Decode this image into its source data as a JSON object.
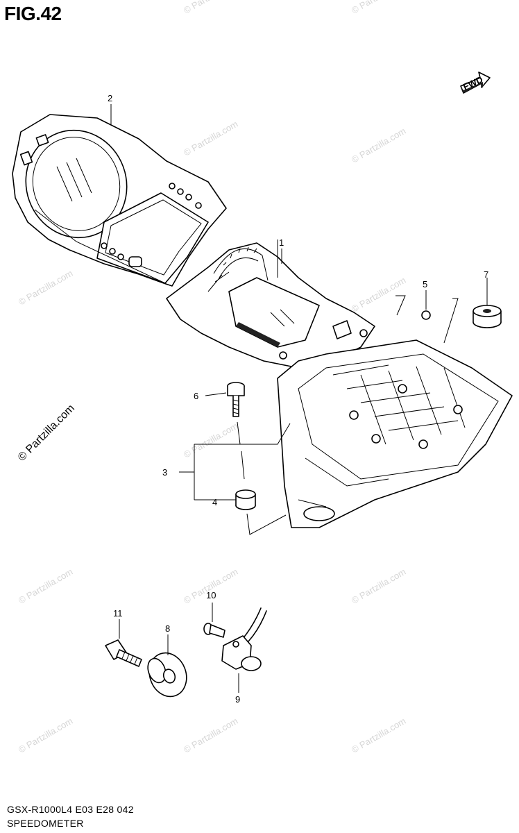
{
  "figure": {
    "title": "FIG.42"
  },
  "fwd_label": "FWD",
  "callouts": [
    "1",
    "2",
    "3",
    "4",
    "5",
    "6",
    "7",
    "8",
    "9",
    "10",
    "11"
  ],
  "watermark": {
    "text": "© Partzilla.com"
  },
  "footer": {
    "model_code": "GSX-R1000L4  E03  E28  042",
    "section_name": "SPEEDOMETER"
  }
}
